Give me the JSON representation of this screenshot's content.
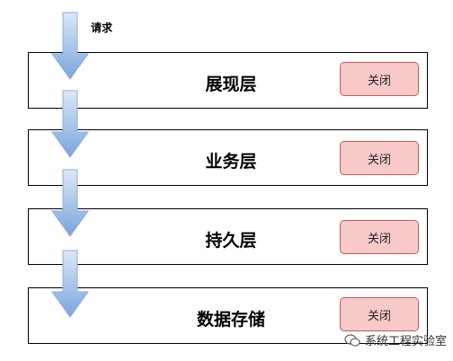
{
  "request_label": "请求",
  "layers": [
    {
      "label": "展现层",
      "button": "关闭"
    },
    {
      "label": "业务层",
      "button": "关闭"
    },
    {
      "label": "持久层",
      "button": "关闭"
    },
    {
      "label": "数据存储",
      "button": "关闭"
    }
  ],
  "watermark": "系统工程实验室",
  "colors": {
    "arrow_top": "#dce8f7",
    "arrow_bottom": "#7aa4dc",
    "button_fill": "#f8c9c9",
    "button_border": "#c4595c"
  }
}
